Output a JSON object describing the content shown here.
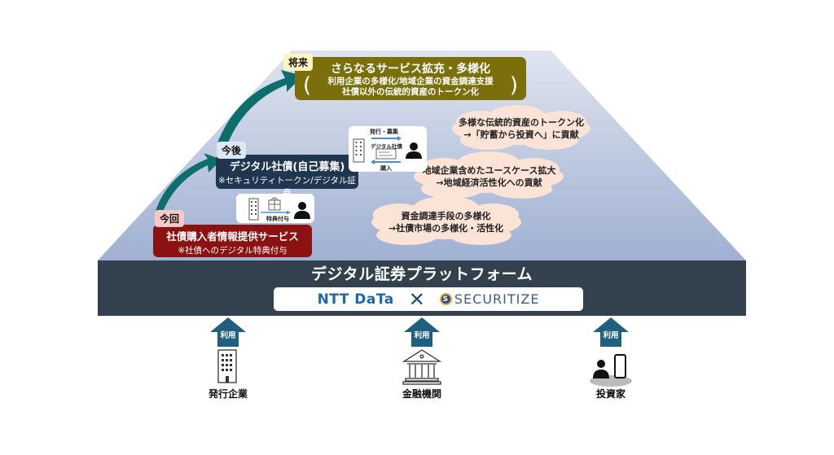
{
  "platform": {
    "title": "デジタル証券プラットフォーム",
    "partners": {
      "left": "NTT DaTa",
      "separator": "✕",
      "right": "SECURITIZE",
      "right_logo_letter": "S"
    },
    "colors": {
      "band": "#33404d",
      "ntt": "#1a66b3",
      "securitize": "#3d5d85"
    }
  },
  "stages": {
    "future": {
      "tag": "将来",
      "title": "さらなるサービス拡充・多様化",
      "lines": [
        "利用企業の多様化/地域企業の資金調達支援",
        "社債以外の伝統的資産のトークン化"
      ],
      "color": "#7a6f0b"
    },
    "next": {
      "tag": "今後",
      "title": "デジタル社債(自己募集)",
      "subtitle": "※セキュリティトークン/デジタル証券",
      "color": "#1f3550",
      "card": {
        "top_label": "発行・募集",
        "middle_label": "デジタル社債",
        "bottom_label": "購入"
      }
    },
    "now": {
      "tag": "今回",
      "title": "社債購入者情報提供サービス",
      "subtitle": "※社債へのデジタル特典付与",
      "color": "#8c1212",
      "card": {
        "label": "特典付与"
      }
    }
  },
  "clouds": [
    {
      "line1": "多様な伝統的資産のトークン化",
      "line2": "→「貯蓄から投資へ」に貢献"
    },
    {
      "line1": "地域企業含めたユースケース拡大",
      "line2": "→地域経済活性化への貢献"
    },
    {
      "line1": "資金調達手段の多様化",
      "line2": "→社債市場の多様化・活性化"
    }
  ],
  "actors": [
    {
      "arrow_label": "利用",
      "name": "発行企業",
      "icon": "office-building-icon"
    },
    {
      "arrow_label": "利用",
      "name": "金融機関",
      "icon": "bank-icon"
    },
    {
      "arrow_label": "利用",
      "name": "投資家",
      "icon": "investor-smartphone-icon"
    }
  ]
}
